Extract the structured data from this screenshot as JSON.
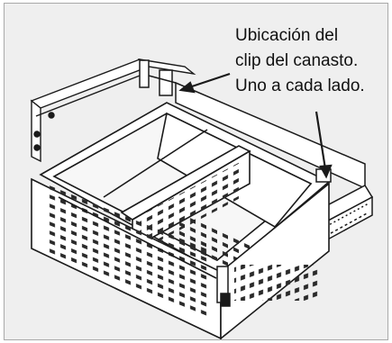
{
  "callout": {
    "lines": [
      "Ubicación del",
      "clip del canasto.",
      "Uno a cada lado."
    ]
  },
  "colors": {
    "background": "#efefef",
    "border": "#a9a9a9",
    "line": "#1a1a1a",
    "panel": "#ffffff"
  }
}
